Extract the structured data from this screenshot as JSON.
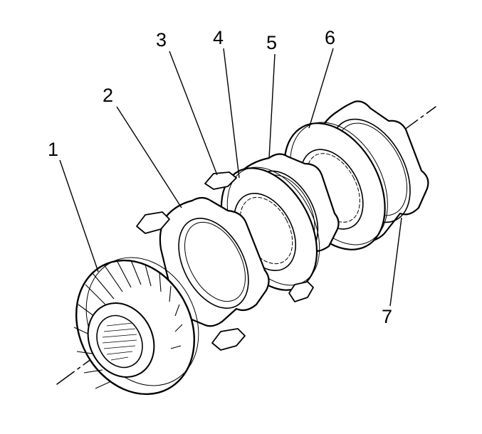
{
  "diagram": {
    "type": "exploded-parts-view",
    "callouts": [
      "1",
      "2",
      "3",
      "4",
      "5",
      "6",
      "7"
    ],
    "colors": {
      "ink": "#000000",
      "background": "#ffffff"
    }
  }
}
